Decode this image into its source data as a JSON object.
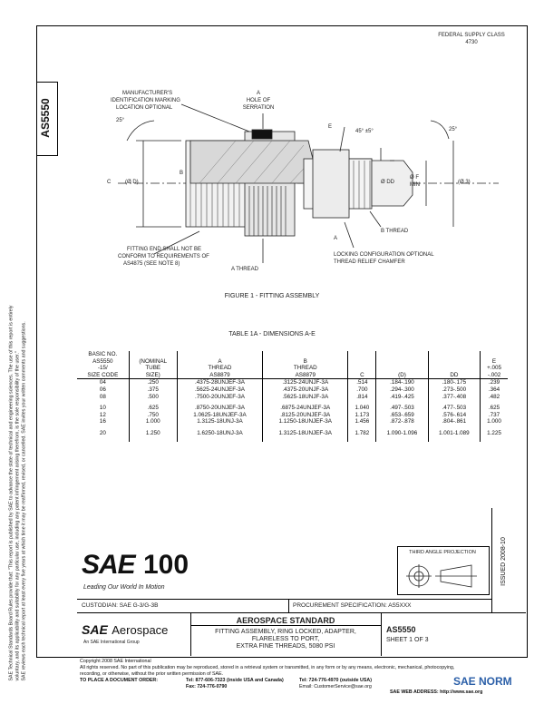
{
  "top_right_stamp": [
    "FEDERAL SUPPLY CLASS",
    "4730"
  ],
  "side_doc_number": "AS5550",
  "side_notice_lines": [
    "SAE Technical Standards Board Rules provide that: \"This report is published by SAE to advance the state of technical and engineering sciences. The use of this report is entirely",
    "voluntary, and its applicability and suitability for any particular use, including any patent infringement arising therefrom, is the sole responsibility of the user.\"",
    "SAE reviews each technical report at least every five years at which time it may be reaffirmed, revised, or cancelled. SAE invites your written comments and suggestions."
  ],
  "figure": {
    "caption": "FIGURE 1 - FITTING ASSEMBLY",
    "labels": {
      "manufacturer_id": [
        "MANUFACTURER'S",
        "IDENTIFICATION MARKING",
        "LOCATION OPTIONAL"
      ],
      "hole": [
        "A",
        "HOLE OF",
        "SERRATION"
      ],
      "angle_left": "25°",
      "angle_right": "25°",
      "chamfer": "45° ±5°",
      "dim_c": "C",
      "dim_phi_d": "(Ø D)",
      "dim_dd": "Ø DD",
      "dim_e": "E",
      "dim_f": [
        "Ø F",
        "MIN"
      ],
      "dim_phi_3": "(Ø 3)",
      "b_thread": "B THREAD",
      "a_thread": "A THREAD",
      "surface_note": [
        "FITTING END SHALL NOT BE",
        "CONFORM TO REQUIREMENTS OF",
        "AS4875 (SEE NOTE 8)"
      ],
      "locking_note": [
        "LOCKING CONFIGURATION OPTIONAL",
        "THREAD RELIEF CHAMFER"
      ],
      "small_a": "A",
      "small_b": "B",
      "small_e": "E"
    }
  },
  "table": {
    "title": "TABLE 1A - DIMENSIONS A-E",
    "headers": [
      [
        "BASIC NO.",
        "AS5550",
        "-15/",
        "SIZE CODE"
      ],
      [
        "(NOMINAL",
        "TUBE",
        "SIZE)"
      ],
      [
        "A",
        "THREAD",
        "AS8879"
      ],
      [
        "B",
        "THREAD",
        "AS8879"
      ],
      [
        "C"
      ],
      [
        "(D)"
      ],
      [
        "DD"
      ],
      [
        "E",
        "+.005",
        "-.002"
      ]
    ],
    "rows": [
      [
        "04",
        ".250",
        ".4375-28UNJEF-3A",
        ".3125-24UNJF-3A",
        ".514",
        ".184-.190",
        ".180-.175",
        ".239"
      ],
      [
        "06",
        ".375",
        ".5625-24UNJEF-3A",
        ".4375-20UNJF-3A",
        ".700",
        ".294-.300",
        ".273-.500",
        ".364"
      ],
      [
        "08",
        ".500",
        ".7500-20UNJEF-3A",
        ".5625-18UNJF-3A",
        ".814",
        ".419-.425",
        ".377-.408",
        ".482"
      ],
      [
        "10",
        ".625",
        ".8750-20UNJEF-3A",
        ".6875-24UNJEF-3A",
        "1.040",
        ".497-.503",
        ".477-.503",
        ".625"
      ],
      [
        "12",
        ".750",
        "1.0625-18UNJEF-3A",
        ".8125-20UNJEF-3A",
        "1.173",
        ".653-.659",
        ".576-.614",
        ".737"
      ],
      [
        "16",
        "1.000",
        "1.3125-18UNJ-3A",
        "1.1250-18UNJEF-3A",
        "1.456",
        ".872-.878",
        ".804-.861",
        "1.000"
      ],
      [
        "20",
        "1.250",
        "1.6250-18UNJ-3A",
        "1.3125-18UNJEF-3A",
        "1.782",
        "1.090-1.096",
        "1.001-1.089",
        "1.225"
      ]
    ]
  },
  "logo": {
    "sae": "SAE",
    "hundred": "100",
    "tagline": "Leading Our World In Motion"
  },
  "projection": {
    "title": "THIRD ANGLE PROJECTION"
  },
  "issued": "ISSUED 2008-10",
  "custodian": "CUSTODIAN: SAE G-3/G-3B",
  "procurement": "PROCUREMENT SPECIFICATION: AS5XXX",
  "title_block": {
    "brand_sae": "SAE",
    "brand_aerospace": "Aerospace",
    "brand_sub": "An SAE International Group",
    "standard": "AEROSPACE STANDARD",
    "title_lines": [
      "FITTING ASSEMBLY, RING LOCKED, ADAPTER,",
      "FLARELESS TO PORT,",
      "EXTRA FINE THREADS, 5080 PSI"
    ],
    "doc_number": "AS5550",
    "sheet": "SHEET 1 OF 3"
  },
  "footer": {
    "copyright": "Copyright 2008 SAE International",
    "rights": [
      "All rights reserved. No part of this publication may be reproduced, stored in a retrieval system or transmitted, in any form or by any means, electronic, mechanical, photocopying,",
      "recording, or otherwise, without the prior written permission of SAE."
    ],
    "order": "TO PLACE A DOCUMENT ORDER:",
    "tel1": "Tel: 877-606-7323 (inside USA and Canada)",
    "tel2": "Tel: 724-776-4970 (outside USA)",
    "fax": "Fax: 724-776-0790",
    "email": "Email: CustomerService@sae.org",
    "web": "SAE WEB ADDRESS: http://www.sae.org"
  },
  "watermark": "SAE NORM",
  "colors": {
    "watermark": "#2b5fa8",
    "ink": "#111111"
  }
}
